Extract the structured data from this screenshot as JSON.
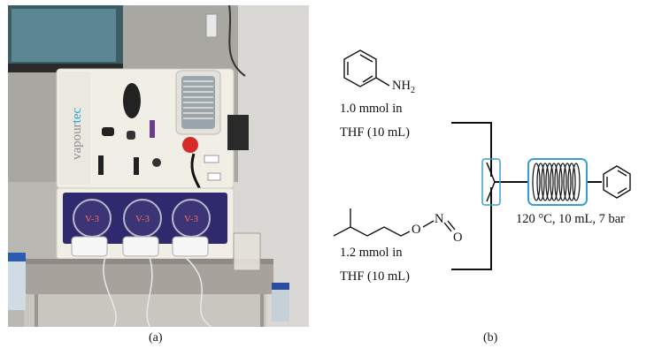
{
  "panel_a": {
    "caption": "(a)",
    "instrument_brand": "vapourtec",
    "instrument_brand_accent": "tec",
    "pump_labels": [
      "V-3",
      "V-3",
      "V-3"
    ]
  },
  "panel_b": {
    "caption": "(b)",
    "reagent1": {
      "amine_label": "NH2",
      "amount": "1.0 mmol in",
      "solvent": "THF (10 mL)"
    },
    "reagent2": {
      "nitrite_O1": "O",
      "nitrite_N": "N",
      "nitrite_O2": "O",
      "amount": "1.2 mmol in",
      "solvent": "THF (10 mL)"
    },
    "reactor_conditions": "120 °C, 10 mL, 7 bar"
  },
  "colors": {
    "accent_blue": "#3a9fd0",
    "pump_purple": "#2f2a6e",
    "line_black": "#111111"
  }
}
